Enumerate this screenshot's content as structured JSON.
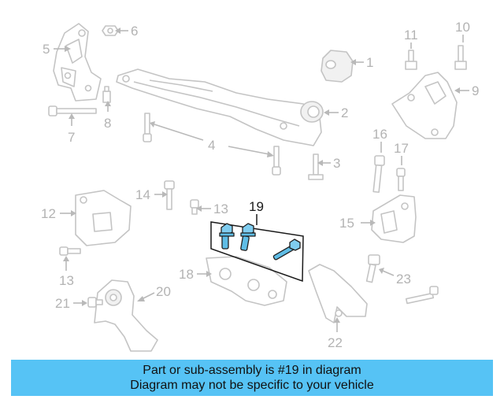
{
  "diagram": {
    "callouts": [
      "1",
      "2",
      "3",
      "4",
      "5",
      "6",
      "7",
      "8",
      "9",
      "10",
      "11",
      "12",
      "13",
      "13",
      "14",
      "15",
      "16",
      "17",
      "18",
      "19",
      "20",
      "21",
      "22",
      "23"
    ],
    "highlighted_callout": "19",
    "highlight_color": "#5fbde6"
  },
  "banner": {
    "line1": "Part or sub-assembly is #19 in diagram",
    "line2": "Diagram may not be specific to your vehicle",
    "background": "#56c3f5"
  }
}
